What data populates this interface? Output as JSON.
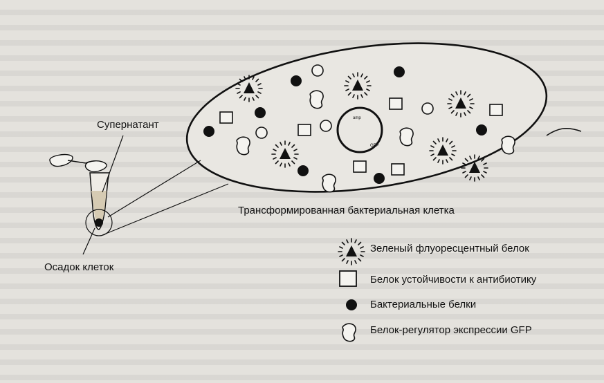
{
  "labels": {
    "supernatant": "Супернатант",
    "pellet": "Осадок клеток",
    "cell": "Трансформированная бактериальная клетка",
    "plasmid_mark_top": "amp",
    "plasmid_mark_right": "GFP"
  },
  "legend": [
    {
      "icon": "gfp-star-triangle",
      "label": "Зеленый флуоресцентный белок"
    },
    {
      "icon": "square",
      "label": "Белок устойчивости к антибиотику"
    },
    {
      "icon": "filled-dot",
      "label": "Бактериальные белки"
    },
    {
      "icon": "bean-shape",
      "label": "Белок-регулятор экспрессии GFP"
    }
  ],
  "colors": {
    "ink": "#111111",
    "paper": "#e4e2dd"
  }
}
